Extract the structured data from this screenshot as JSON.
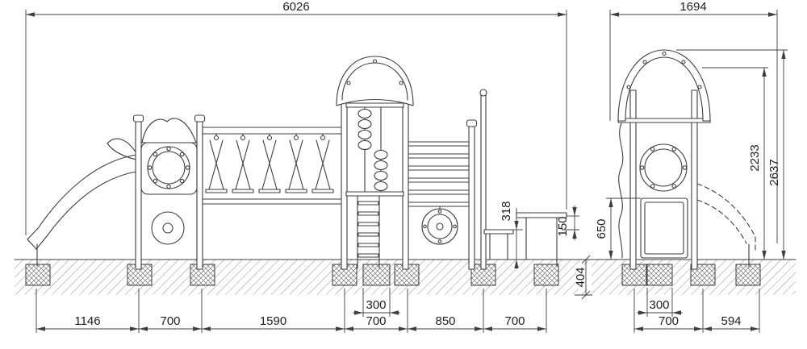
{
  "drawing": {
    "line_color": "#3c3c3c",
    "views": {
      "main": {
        "overall_width": "6026",
        "bottom_chain": [
          "1146",
          "700",
          "1590",
          "700",
          "850",
          "700"
        ],
        "foundation_width": "300",
        "bench_height": "318",
        "table_offset": "150",
        "foundation_depth": "404"
      },
      "side": {
        "overall_width": "1694",
        "bottom_chain": [
          "700",
          "594"
        ],
        "foundation_width": "300",
        "panel_height": "650",
        "frame_height": "2233",
        "total_height": "2637"
      }
    }
  }
}
